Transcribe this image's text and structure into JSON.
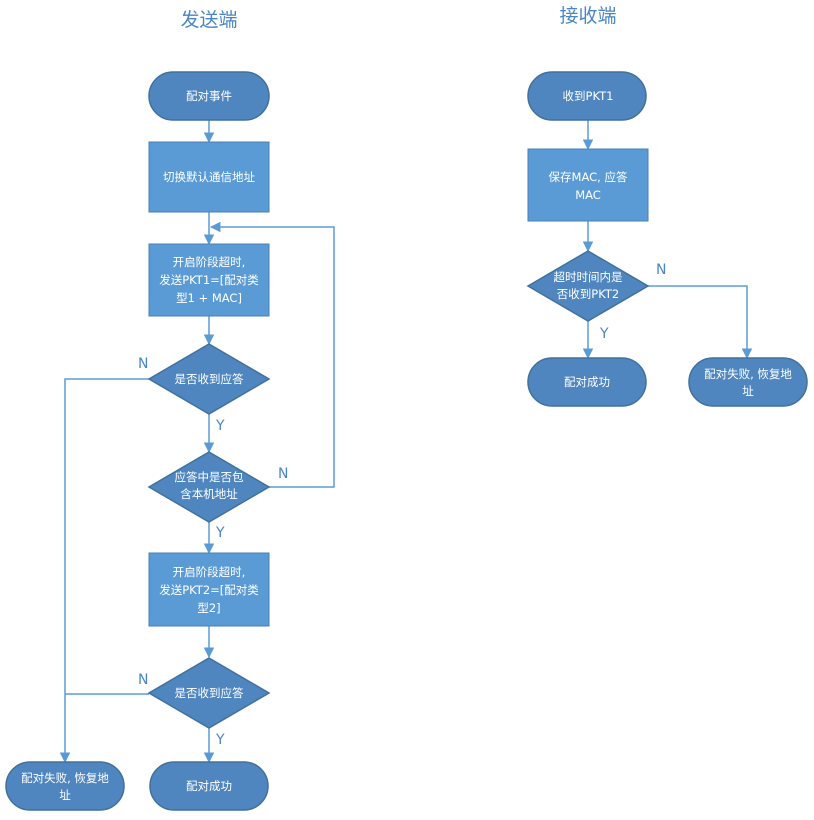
{
  "sender": {
    "title": "发送端",
    "pair_event": "配对事件",
    "switch_address": "切换默认通信地址",
    "send_pkt1": [
      "开启阶段超时,",
      "发送PKT1=[配对类",
      "型1 + MAC]"
    ],
    "check_reply_1": "是否收到应答",
    "check_address": [
      "应答中是否包",
      "含本机地址"
    ],
    "send_pkt2": [
      "开启阶段超时,",
      "发送PKT2=[配对类",
      "型2]"
    ],
    "check_reply_2": "是否收到应答",
    "pair_fail": [
      "配对失败, 恢复地",
      "址"
    ],
    "pair_success": "配对成功",
    "labels": {
      "n1": "N",
      "y1": "Y",
      "n2": "N",
      "y2": "Y",
      "n3": "N",
      "y3": "Y"
    }
  },
  "receiver": {
    "title": "接收端",
    "recv_pkt1": "收到PKT1",
    "save_mac": [
      "保存MAC, 应答",
      "MAC"
    ],
    "check_pkt2": [
      "超时时间内是",
      "否收到PKT2"
    ],
    "pair_success": "配对成功",
    "pair_fail": [
      "配对失败, 恢复地",
      "址"
    ],
    "labels": {
      "n": "N",
      "y": "Y"
    }
  },
  "colors": {
    "node_fill": "#5b9bd5",
    "node_dark": "#4f86c0",
    "edge": "#5b9bd5",
    "title": "#4a86c5"
  }
}
